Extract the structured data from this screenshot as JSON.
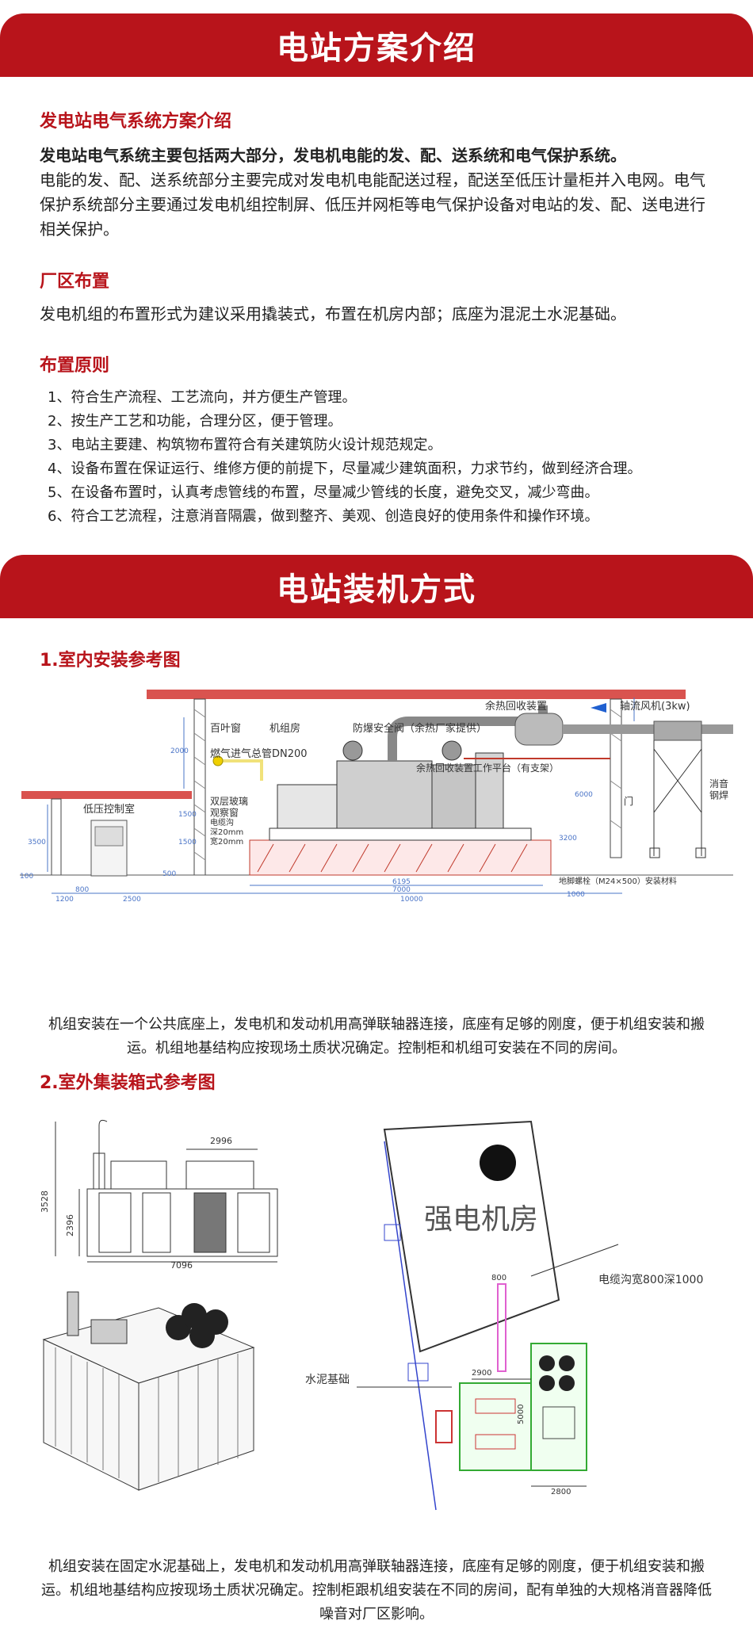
{
  "section1": {
    "banner": "电站方案介绍",
    "electrical": {
      "heading": "发电站电气系统方案介绍",
      "lead": "发电站电气系统主要包括两大部分，发电机电能的发、配、送系统和电气保护系统。",
      "body": "电能的发、配、送系统部分主要完成对发电机电能配送过程，配送至低压计量柜并入电网。电气保护系统部分主要通过发电机组控制屏、低压并网柜等电气保护设备对电站的发、配、送电进行相关保护。"
    },
    "layout": {
      "heading": "厂区布置",
      "body": "发电机组的布置形式为建议采用撬装式，布置在机房内部；底座为混泥土水泥基础。"
    },
    "principles": {
      "heading": "布置原则",
      "items": [
        "1、符合生产流程、工艺流向，并方便生产管理。",
        "2、按生产工艺和功能，合理分区，便于管理。",
        "3、电站主要建、构筑物布置符合有关建筑防火设计规范规定。",
        "4、设备布置在保证运行、维修方便的前提下，尽量减少建筑面积，力求节约，做到经济合理。",
        "5、在设备布置时，认真考虑管线的布置，尽量减少管线的长度，避免交叉，减少弯曲。",
        "6、符合工艺流程，注意消音隔震，做到整齐、美观、创造良好的使用条件和操作环境。"
      ]
    }
  },
  "section2": {
    "banner": "电站装机方式",
    "indoor": {
      "heading": "1.室内安装参考图",
      "labels": {
        "fan": "轴流风机(3kw)",
        "heat_recovery": "余热回收装置",
        "louver": "百叶窗",
        "engine_room": "机组房",
        "explosion_valve": "防爆安全阀（余热厂家提供）",
        "gas_pipe": "燃气进气总管DN200",
        "platform": "余热回收装置工作平台（有支架）",
        "control_room": "低压控制室",
        "window": "双层玻璃\n观察窗",
        "trench": "电缆沟\n深20mm\n宽20mm",
        "silencer": "消音\n钢焊",
        "anchor": "地脚螺栓（M24×500）安装材料",
        "door": "门",
        "dim_2000": "2000",
        "dim_3500": "3500",
        "dim_1500a": "1500",
        "dim_1500b": "1500",
        "dim_6000": "6000",
        "dim_3200": "3200",
        "dim_800": "800",
        "dim_500": "500",
        "dim_100": "100",
        "dim_6195": "6195",
        "dim_7000": "7000",
        "dim_10000": "10000",
        "dim_1000": "1000",
        "dim_2500": "2500",
        "dim_1200": "1200"
      },
      "caption": "机组安装在一个公共底座上，发电机和发动机用高弹联轴器连接，底座有足够的刚度，便于机组安装和搬运。机组地基结构应按现场土质状况确定。控制柜和机组可安装在不同的房间。"
    },
    "outdoor": {
      "heading": "2.室外集装箱式参考图",
      "labels": {
        "dim_2996": "2996",
        "dim_3528": "3528",
        "dim_2396": "2396",
        "dim_7096": "7096",
        "room": "强电机房",
        "cable_trench": "电缆沟宽800深1000",
        "foundation": "水泥基础",
        "dim_800": "800",
        "dim_2900": "2900",
        "dim_2800": "2800",
        "dim_5000": "5000"
      },
      "caption": "机组安装在固定水泥基础上，发电机和发动机用高弹联轴器连接，底座有足够的刚度，便于机组安装和搬运。机组地基结构应按现场土质状况确定。控制柜跟机组安装在不同的房间，配有单独的大规格消音器降低噪音对厂区影响。"
    }
  }
}
